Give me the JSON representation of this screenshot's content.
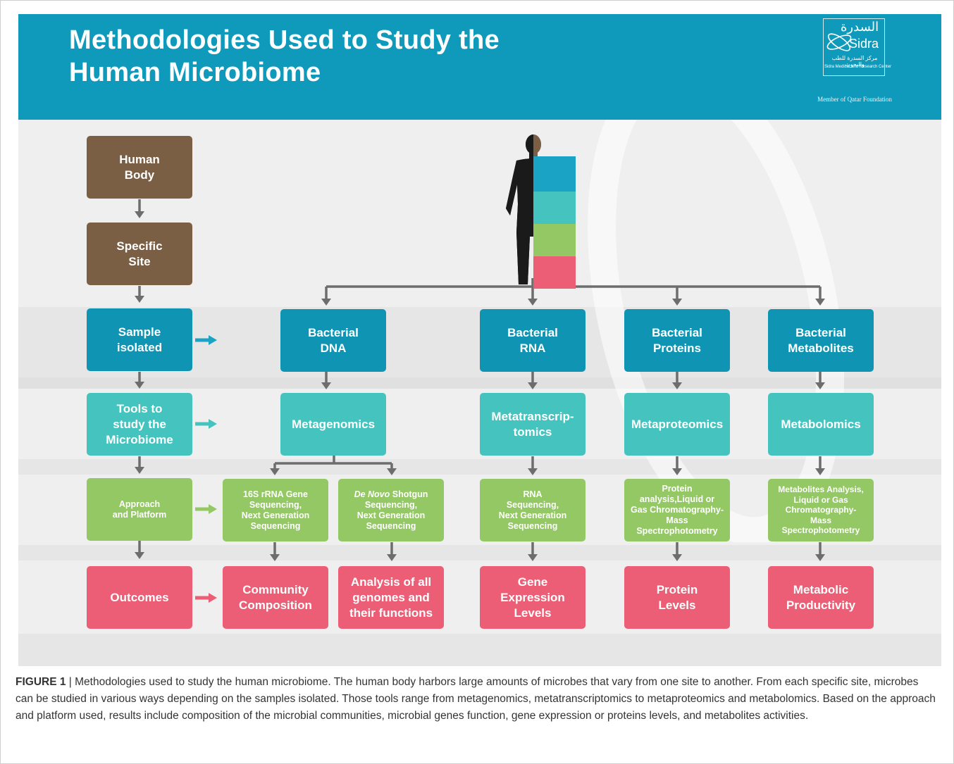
{
  "header": {
    "title_line1": "Methodologies Used to Study the",
    "title_line2": "Human Microbiome"
  },
  "logo": {
    "arabic": "السدرة",
    "name": "Sidra",
    "arabic_sub": "مركز السدرة للطب والبحوث",
    "english_sub": "Sidra Medical and Research Center",
    "member": "Member of Qatar Foundation"
  },
  "left_column": {
    "human_body": "Human\nBody",
    "specific_site": "Specific\nSite",
    "sample_isolated": "Sample\nisolated",
    "tools": "Tools to\nstudy the\nMicrobiome",
    "approach": "Approach\nand Platform",
    "outcomes": "Outcomes"
  },
  "columns": {
    "dna": {
      "source": "Bacterial\nDNA",
      "tool": "Metagenomics",
      "approach_a": "16S rRNA Gene\nSequencing,\nNext Generation\nSequencing",
      "approach_b_italic": "De Novo",
      "approach_b_rest": " Shotgun\nSequencing,\nNext Generation\nSequencing",
      "outcome_a": "Community\nComposition",
      "outcome_b": "Analysis of all\ngenomes and\ntheir functions"
    },
    "rna": {
      "source": "Bacterial\nRNA",
      "tool": "Metatranscrip-\ntomics",
      "approach": "RNA\nSequencing,\nNext Generation\nSequencing",
      "outcome": "Gene\nExpression\nLevels"
    },
    "proteins": {
      "source": "Bacterial\nProteins",
      "tool": "Metaproteomics",
      "approach": "Protein\nanalysis,Liquid or\nGas Chromatography-\nMass\nSpectrophotometry",
      "outcome": "Protein\nLevels"
    },
    "metabolites": {
      "source": "Bacterial\nMetabolites",
      "tool": "Metabolomics",
      "approach": "Metabolites Analysis,\nLiquid or Gas\nChromatography-\nMass\nSpectrophotometry",
      "outcome": "Metabolic\nProductivity"
    }
  },
  "colors": {
    "banner": "#0f9abb",
    "brown": "#7b5f45",
    "blue": "#0f94b4",
    "teal": "#45c4bf",
    "green": "#94c864",
    "pink": "#ec5e75",
    "connector": "#6d6d6d"
  },
  "caption": {
    "label": "FIGURE 1",
    "text": " | Methodologies used to study the human microbiome. The human body harbors large amounts of microbes that vary from one site to another. From each specific site, microbes can be studied in various ways depending on the samples isolated. Those tools range from metagenomics, metatranscriptomics to metaproteomics and metabolomics. Based on the approach and platform used, results include composition of the microbial communities, microbial genes function, gene expression or proteins levels, and metabolites activities."
  }
}
